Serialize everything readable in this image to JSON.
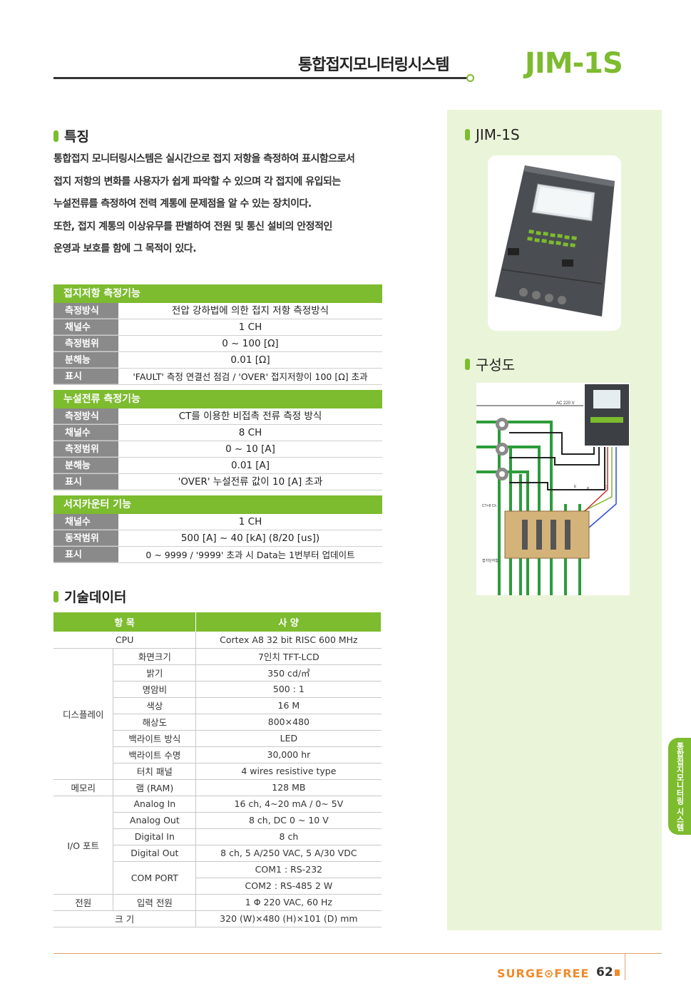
{
  "header": {
    "title": "통합접지모니터링시스템",
    "model": "JIM-1S"
  },
  "features": {
    "heading": "특징",
    "lines": [
      "통합접지 모니터링시스템은 실시간으로 접지 저항을 측정하여 표시함으로서",
      "접지 저항의 변화를 사용자가 쉽게 파악할 수 있으며 각 접지에 유입되는",
      "누설전류를 측정하여 전력 계통에 문제점을 알 수 있는 장치이다.",
      "또한, 접지 계통의 이상유무를 판별하여 전원 및 통신 설비의 안정적인",
      "운영과 보호를 함에 그 목적이 있다."
    ]
  },
  "spec_groups": [
    {
      "title": "접지저항 측정기능",
      "rows": [
        {
          "label": "측정방식",
          "value": "전압 강하법에 의한 접지 저항 측정방식"
        },
        {
          "label": "채널수",
          "value": "1 CH"
        },
        {
          "label": "측정범위",
          "value": "0 ~ 100 [Ω]"
        },
        {
          "label": "분해능",
          "value": "0.01 [Ω]"
        },
        {
          "label": "표시",
          "value": "'FAULT' 측정 연결선 점검 / 'OVER' 접지저항이 100 [Ω] 초과"
        }
      ]
    },
    {
      "title": "누설전류 측정기능",
      "rows": [
        {
          "label": "측정방식",
          "value": "CT를 이용한 비접촉 전류 측정 방식"
        },
        {
          "label": "채널수",
          "value": "8 CH"
        },
        {
          "label": "측정범위",
          "value": "0 ~ 10 [A]"
        },
        {
          "label": "분해능",
          "value": "0.01 [A]"
        },
        {
          "label": "표시",
          "value": "'OVER' 누설전류 값이 10 [A] 초과"
        }
      ]
    },
    {
      "title": "서지카운터 기능",
      "rows": [
        {
          "label": "채널수",
          "value": "1 CH"
        },
        {
          "label": "동작범위",
          "value": "500 [A] ~ 40 [kA] (8/20 [us])"
        },
        {
          "label": "표시",
          "value": "0 ~ 9999 / '9999' 초과 시 Data는 1번부터 업데이트"
        }
      ]
    }
  ],
  "tech": {
    "heading": "기술데이터",
    "col_item": "항 목",
    "col_spec": "사 양",
    "cpu_label": "CPU",
    "cpu_value": "Cortex A8 32 bit RISC 600 MHz",
    "display_label": "디스플레이",
    "display": [
      {
        "item": "화면크기",
        "value": "7인치 TFT-LCD"
      },
      {
        "item": "밝기",
        "value": "350 cd/㎡"
      },
      {
        "item": "명암비",
        "value": "500 : 1"
      },
      {
        "item": "색상",
        "value": "16 M"
      },
      {
        "item": "해상도",
        "value": "800×480"
      },
      {
        "item": "백라이트 방식",
        "value": "LED"
      },
      {
        "item": "백라이트 수명",
        "value": "30,000 hr"
      },
      {
        "item": "터치 패널",
        "value": "4 wires resistive type"
      }
    ],
    "memory_label": "메모리",
    "memory": {
      "item": "램 (RAM)",
      "value": "128 MB"
    },
    "io_label": "I/O 포트",
    "io": [
      {
        "item": "Analog In",
        "value": "16 ch, 4~20 mA / 0~ 5V"
      },
      {
        "item": "Analog Out",
        "value": "8 ch, DC 0 ~ 10 V"
      },
      {
        "item": "Digital In",
        "value": "8 ch"
      },
      {
        "item": "Digital Out",
        "value": "8 ch, 5 A/250 VAC, 5 A/30 VDC"
      }
    ],
    "com_item": "COM PORT",
    "com_values": [
      "COM1 : RS-232",
      "COM2 : RS-485 2 W"
    ],
    "power_label": "전원",
    "power": {
      "item": "입력 전원",
      "value": "1 Φ 220 VAC, 60 Hz"
    },
    "size_label": "크 기",
    "size_value": "320 (W)×480 (H)×101 (D) mm"
  },
  "right": {
    "product_heading": "JIM-1S",
    "diagram_heading": "구성도",
    "diagram_labels": {
      "ac": "AC 220 V",
      "ct": "CT×8 Ch",
      "ground": "접지단자함",
      "e": "E",
      "p": "P",
      "c": "C"
    }
  },
  "side_tab": "통합접지모니터링 시스템",
  "footer": {
    "brand": "SURGE⊙FREE",
    "page": "62"
  },
  "colors": {
    "accent": "#7dbb2f",
    "orange": "#f08a2a",
    "panel": "#eaf4d9"
  }
}
